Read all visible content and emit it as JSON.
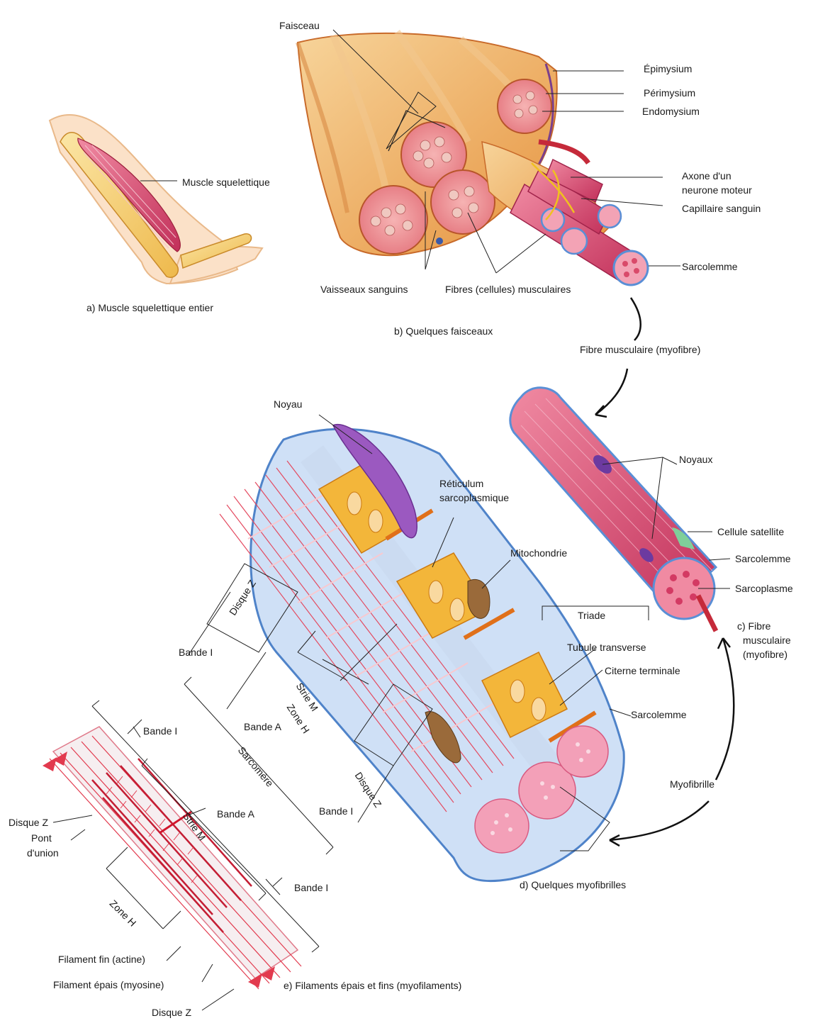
{
  "panels": {
    "a": {
      "caption": "a) Muscle squelettique entier",
      "labels": {
        "muscle": "Muscle squelettique"
      }
    },
    "b": {
      "caption": "b) Quelques faisceaux",
      "labels": {
        "faisceau": "Faisceau",
        "epimysium": "Épimysium",
        "perimysium": "Périmysium",
        "endomysium": "Endomysium",
        "axone_l1": "Axone d'un",
        "axone_l2": "neurone moteur",
        "capillaire": "Capillaire sanguin",
        "sarcolemme": "Sarcolemme",
        "vaisseaux": "Vaisseaux sanguins",
        "fibres": "Fibres (cellules) musculaires"
      }
    },
    "link_bc": "Fibre musculaire (myofibre)",
    "c": {
      "caption_l1": "c) Fibre",
      "caption_l2": "musculaire",
      "caption_l3": "(myofibre)",
      "labels": {
        "noyaux": "Noyaux",
        "cellule_satellite": "Cellule satellite",
        "sarcolemme": "Sarcolemme",
        "sarcoplasme": "Sarcoplasme"
      }
    },
    "link_cd": "Myofibrille",
    "d": {
      "caption": "d) Quelques myofibrilles",
      "labels": {
        "noyau": "Noyau",
        "reticulum_l1": "Réticulum",
        "reticulum_l2": "sarcoplasmique",
        "mitochondrie": "Mitochondrie",
        "triade": "Triade",
        "tubule": "Tubule transverse",
        "citerne": "Citerne terminale",
        "sarcolemme": "Sarcolemme",
        "disque_z_top": "Disque Z",
        "bande_i_top": "Bande I",
        "strie_m": "Strie M",
        "zone_h": "Zone H",
        "bande_a": "Bande A",
        "disque_z_bottom": "Disque Z",
        "bande_i_bottom": "Bande I",
        "sarcomere": "Sarcomère"
      }
    },
    "e": {
      "caption": "e) Filaments épais et fins (myofilaments)",
      "labels": {
        "bande_i_top": "Bande I",
        "bande_a": "Bande A",
        "strie_m": "Strie M",
        "disque_z_left": "Disque Z",
        "pont_l1": "Pont",
        "pont_l2": "d'union",
        "zone_h": "Zone H",
        "bande_i_bottom": "Bande I",
        "filament_fin": "Filament fin (actine)",
        "filament_epais": "Filament épais (myosine)",
        "disque_z_bottom": "Disque Z"
      }
    }
  },
  "colors": {
    "muscle": "#d94a6a",
    "tissue": "#e9a35a",
    "sheath": "#f3c58a",
    "reticulum": "#f0b423",
    "nucleus": "#8a3fb0",
    "sarcolemma": "#5a8fd6",
    "filament": "#d8253b",
    "bone": "#f1c65a"
  }
}
